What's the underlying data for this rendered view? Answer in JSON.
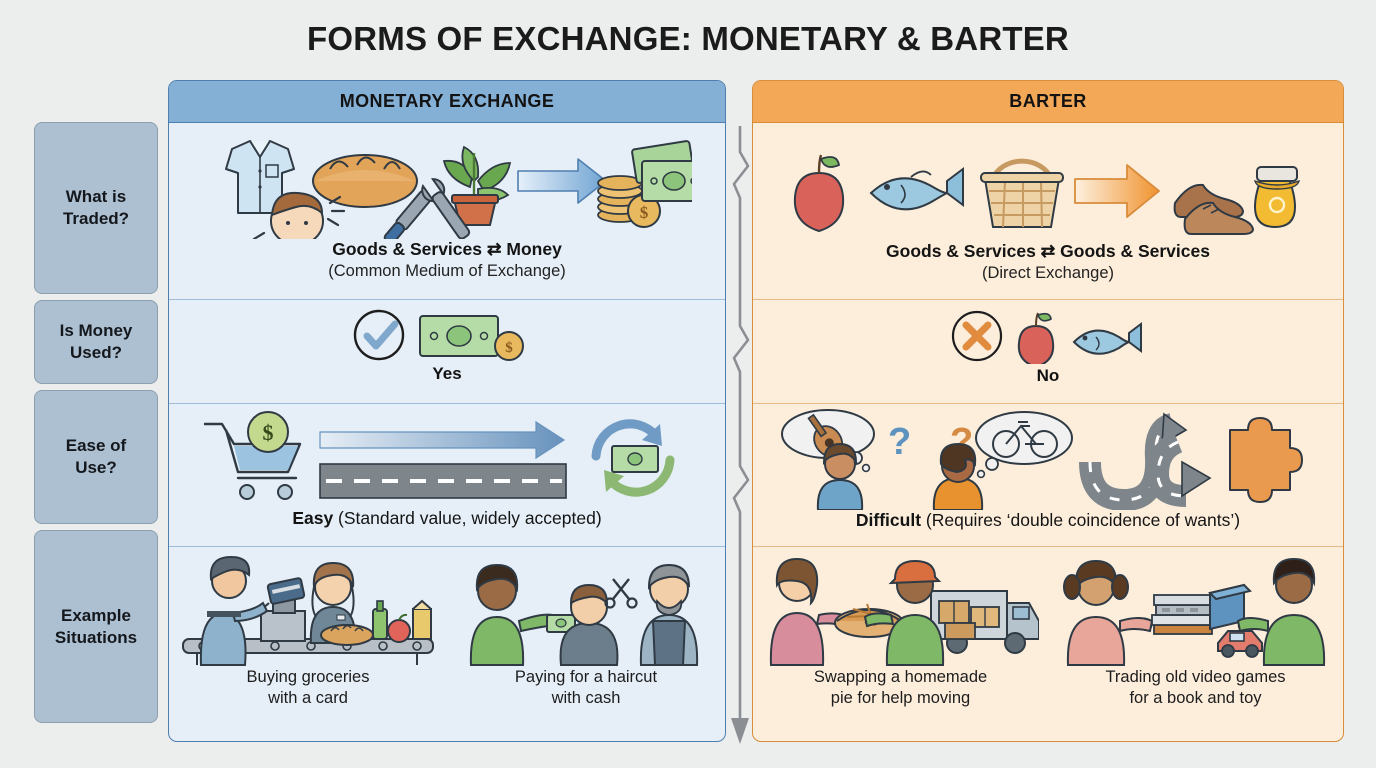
{
  "title": "FORMS OF EXCHANGE: MONETARY & BARTER",
  "columns": {
    "monetary": {
      "header": "MONETARY EXCHANGE",
      "accent": "#85b0d6",
      "border": "#4f7fb0",
      "bg": "#e6eff8"
    },
    "barter": {
      "header": "BARTER",
      "accent": "#f2a857",
      "border": "#d98c3a",
      "bg": "#fdeedc"
    }
  },
  "row_labels": [
    {
      "line1": "What is",
      "line2": "Traded?"
    },
    {
      "line1": "Is Money",
      "line2": "Used?"
    },
    {
      "line1": "Ease of",
      "line2": "Use?"
    },
    {
      "line1": "Example",
      "line2": "Situations"
    }
  ],
  "rows": {
    "what_traded": {
      "monetary": {
        "caption_main": "Goods & Services ⇄ Money",
        "caption_sub": "(Common Medium of Exchange)",
        "icons_left": [
          "shirt-icon",
          "bread-icon",
          "potted-plant-icon",
          "person-haircut-icon",
          "tools-icon"
        ],
        "arrow": "right-arrow-blue",
        "icons_right": [
          "coin-stack-icon",
          "banknotes-icon"
        ]
      },
      "barter": {
        "caption_main": "Goods & Services ⇄ Goods & Services",
        "caption_sub": "(Direct Exchange)",
        "icons_left": [
          "apple-icon",
          "fish-icon",
          "basket-icon"
        ],
        "arrow": "right-arrow-orange",
        "icons_right": [
          "shoes-icon",
          "honey-jar-icon",
          "clay-pot-icon"
        ]
      }
    },
    "money_used": {
      "monetary": {
        "answer": "Yes",
        "icons": [
          "check-circle-icon",
          "banknote-icon",
          "coin-icon"
        ]
      },
      "barter": {
        "answer": "No",
        "icons": [
          "cross-circle-icon",
          "apple-icon",
          "fish-icon"
        ]
      }
    },
    "ease_of_use": {
      "monetary": {
        "caption_bold": "Easy",
        "caption_rest": " (Standard value, widely accepted)",
        "icons": [
          "shopping-cart-dollar-icon",
          "straight-arrow-icon",
          "straight-road-icon",
          "circular-exchange-money-icon"
        ]
      },
      "barter": {
        "caption_bold": "Difficult",
        "caption_rest": " (Requires ‘double coincidence of wants’)",
        "icons": [
          "person-thinking-guitar-icon",
          "question-mark-icon",
          "person-thinking-bicycle-icon",
          "winding-road-arrow-icon",
          "puzzle-piece-icon"
        ]
      }
    },
    "examples": {
      "monetary": [
        {
          "caption_line1": "Buying groceries",
          "caption_line2": "with a card",
          "scene": "grocery-checkout-scene"
        },
        {
          "caption_line1": "Paying for a haircut",
          "caption_line2": "with cash",
          "scene": "barbershop-scene"
        }
      ],
      "barter": [
        {
          "caption_line1": "Swapping a homemade",
          "caption_line2": "pie for help moving",
          "scene": "pie-for-moving-scene"
        },
        {
          "caption_line1": "Trading old video games",
          "caption_line2": "for a book and toy",
          "scene": "kids-trading-scene"
        }
      ]
    }
  }
}
